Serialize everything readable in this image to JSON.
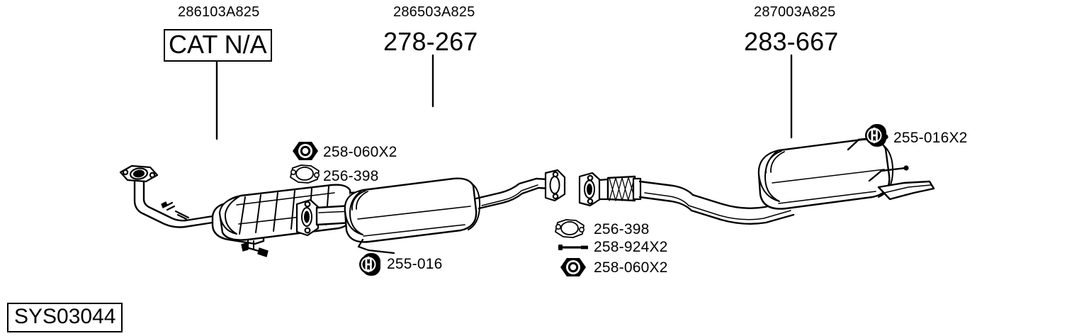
{
  "diagram": {
    "type": "exhaust-system-assembly",
    "system_code": "SYS03044",
    "background_color": "#ffffff",
    "line_color": "#000000"
  },
  "headers": [
    {
      "part_number": "286103A825",
      "title": "CAT N/A",
      "boxed": true,
      "name": "catalytic-converter"
    },
    {
      "part_number": "286503A825",
      "title": "278-267",
      "boxed": false,
      "name": "centre-silencer"
    },
    {
      "part_number": "287003A825",
      "title": "283-667",
      "boxed": false,
      "name": "rear-silencer"
    }
  ],
  "callouts": [
    {
      "icon": "nut-icon",
      "label": "258-060X2",
      "name": "callout-nut-centre"
    },
    {
      "icon": "gasket-icon",
      "label": "256-398",
      "name": "callout-gasket-centre"
    },
    {
      "icon": "hanger-icon",
      "label": "255-016",
      "name": "callout-hanger-centre"
    },
    {
      "icon": "hanger-icon",
      "label": "255-016X2",
      "name": "callout-hanger-rear"
    },
    {
      "icon": "gasket-icon",
      "label": "256-398",
      "name": "callout-gasket-rear"
    },
    {
      "icon": "bolt-icon",
      "label": "258-924X2",
      "name": "callout-bolt-rear"
    },
    {
      "icon": "nut-icon",
      "label": "258-060X2",
      "name": "callout-nut-rear"
    }
  ]
}
